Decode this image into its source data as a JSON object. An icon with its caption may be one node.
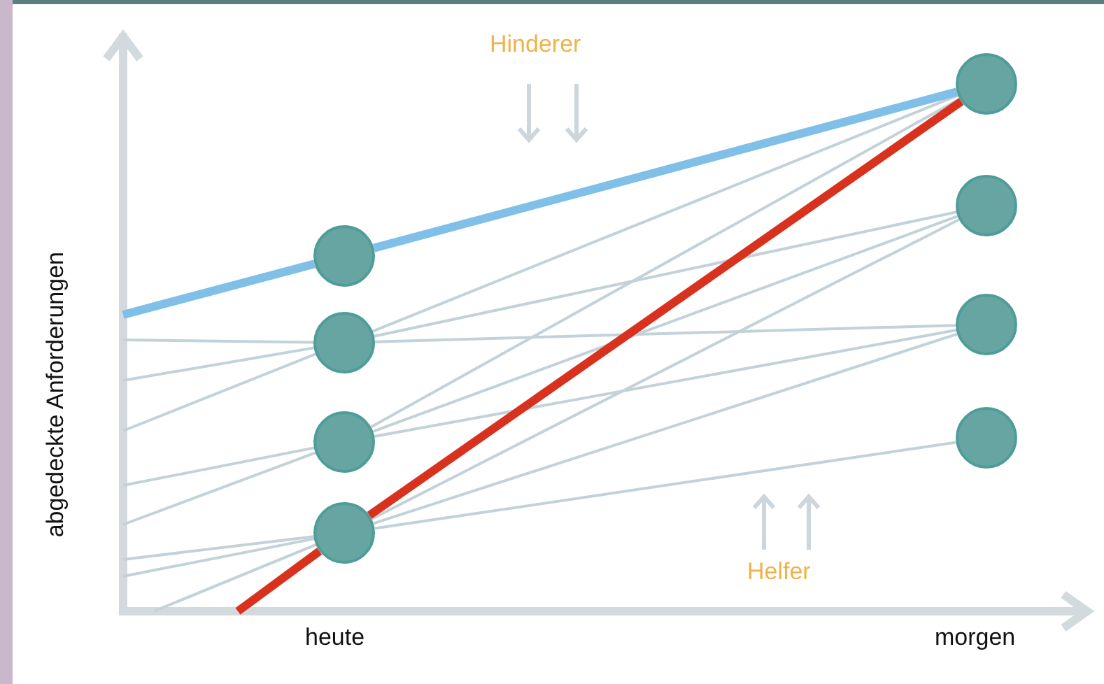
{
  "diagram": {
    "nodes": [
      {
        "text": [],
        "shape": "circle"
      },
      {
        "text": [],
        "shape": "circle"
      },
      {
        "text": [],
        "shape": "circle"
      },
      {
        "text": [],
        "shape": "circle"
      },
      {
        "text": [],
        "shape": "circle"
      },
      {
        "text": [],
        "shape": "circle"
      },
      {
        "text": [],
        "shape": "circle"
      },
      {
        "text": [],
        "shape": "circle"
      }
    ],
    "edges": [
      {
        "from": null,
        "to": 0,
        "arrow": "none",
        "style": "thick",
        "color": "#7fbfe8"
      },
      {
        "from": 0,
        "to": 4,
        "arrow": "none",
        "style": "thick",
        "color": "#7fbfe8"
      },
      {
        "from": null,
        "to": 3,
        "arrow": "none",
        "style": "thick",
        "color": "#d8321e"
      },
      {
        "from": 3,
        "to": 4,
        "arrow": "none",
        "style": "thick",
        "color": "#d8321e"
      },
      {
        "from": null,
        "to": 1,
        "arrow": "none"
      },
      {
        "from": null,
        "to": 1,
        "arrow": "none"
      },
      {
        "from": null,
        "to": 1,
        "arrow": "none"
      },
      {
        "from": null,
        "to": 2,
        "arrow": "none"
      },
      {
        "from": null,
        "to": 2,
        "arrow": "none"
      },
      {
        "from": null,
        "to": 3,
        "arrow": "none"
      },
      {
        "from": null,
        "to": 3,
        "arrow": "none"
      },
      {
        "from": null,
        "to": 3,
        "arrow": "none"
      },
      {
        "from": 1,
        "to": 4,
        "arrow": "none"
      },
      {
        "from": 1,
        "to": 5,
        "arrow": "none"
      },
      {
        "from": 1,
        "to": 6,
        "arrow": "none"
      },
      {
        "from": 2,
        "to": 4,
        "arrow": "none"
      },
      {
        "from": 2,
        "to": 5,
        "arrow": "none"
      },
      {
        "from": 2,
        "to": 6,
        "arrow": "none"
      },
      {
        "from": 3,
        "to": 5,
        "arrow": "none"
      },
      {
        "from": 3,
        "to": 6,
        "arrow": "none"
      },
      {
        "from": 3,
        "to": 7,
        "arrow": "none"
      }
    ],
    "labels": [
      "Hinderer",
      "abgedeckte Anforderungen",
      "Helfer",
      "heute",
      "morgen"
    ]
  }
}
